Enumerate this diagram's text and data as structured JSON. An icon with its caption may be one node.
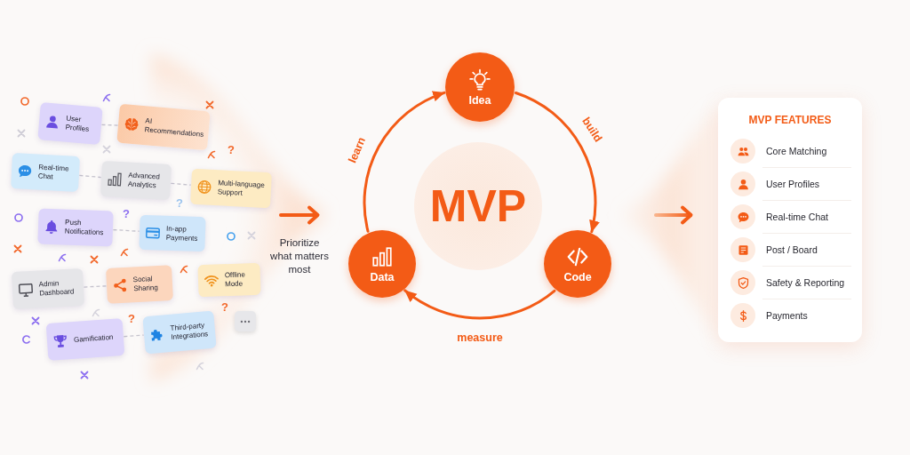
{
  "diagram": {
    "nodes": [
      {
        "text": [
          "User Profiles"
        ]
      },
      {
        "text": [
          "AI Recommendations"
        ]
      },
      {
        "text": [
          "Real-time Chat"
        ]
      },
      {
        "text": [
          "Advanced Analytics"
        ]
      },
      {
        "text": [
          "Multi-language Support"
        ]
      },
      {
        "text": [
          "Push Notifications"
        ]
      },
      {
        "text": [
          "In-app Payments"
        ]
      },
      {
        "text": [
          "Admin Dashboard"
        ]
      },
      {
        "text": [
          "Social Sharing"
        ]
      },
      {
        "text": [
          "Offline Mode"
        ]
      },
      {
        "text": [
          "Gamification"
        ]
      },
      {
        "text": [
          "Third-party Integrations"
        ]
      },
      {
        "text": [],
        "shape": "box"
      },
      {
        "text": [
          "Idea"
        ]
      },
      {
        "text": [
          "MVP"
        ]
      },
      {
        "text": [
          "Data"
        ]
      },
      {
        "text": [
          "Code"
        ]
      },
      {
        "text": [
          "MVP FEATURES",
          "Core Matching",
          "User Profiles",
          "Real-time Chat",
          "Post / Board",
          "Safety & Reporting",
          "Payments"
        ]
      }
    ],
    "edges": [
      {
        "from": 0,
        "to": 1,
        "arrow": "none",
        "style": "dashed"
      },
      {
        "from": 2,
        "to": 3,
        "arrow": "none",
        "style": "dashed"
      },
      {
        "from": 3,
        "to": 4,
        "arrow": "none",
        "style": "dashed"
      },
      {
        "from": 5,
        "to": 6,
        "arrow": "none",
        "style": "dashed"
      },
      {
        "from": 7,
        "to": 8,
        "arrow": "none",
        "style": "dashed"
      },
      {
        "from": 10,
        "to": 11,
        "arrow": "none",
        "style": "dashed"
      },
      {
        "from": 13,
        "to": 16,
        "arrow": "to",
        "label": "build",
        "style": "thick",
        "color": "#f35b16"
      },
      {
        "from": 16,
        "to": 15,
        "arrow": "to",
        "label": "measure",
        "style": "thick",
        "color": "#f35b16"
      },
      {
        "from": 15,
        "to": 13,
        "arrow": "to",
        "label": "learn",
        "style": "thick",
        "color": "#f35b16"
      }
    ],
    "labels": [
      "?",
      "?",
      "?",
      "?",
      "?",
      "Prioritize what matters most"
    ]
  }
}
